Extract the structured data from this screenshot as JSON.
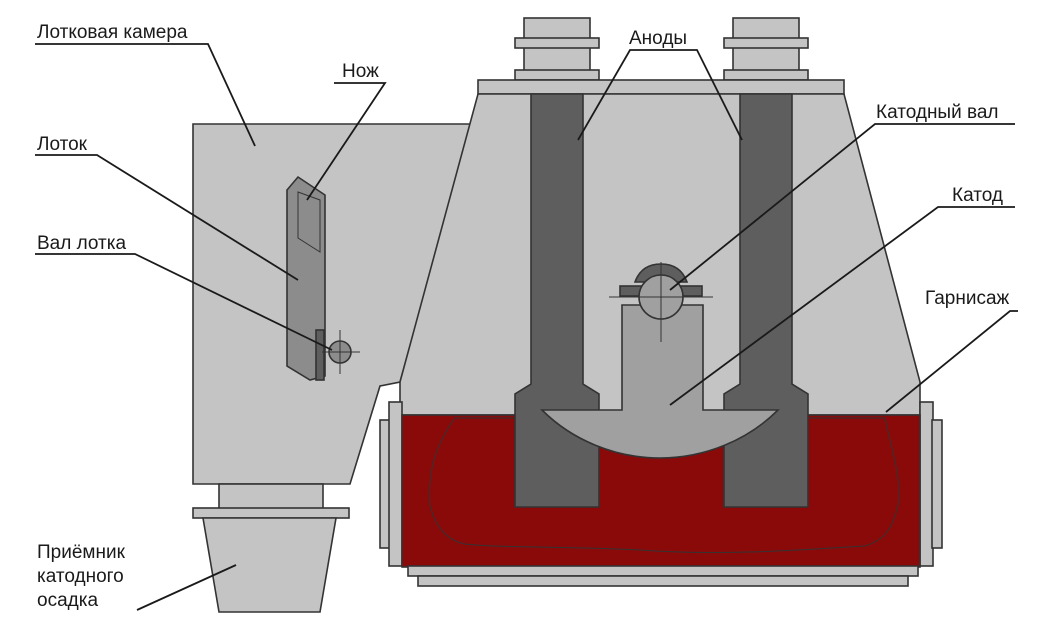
{
  "labels": {
    "tray_chamber": "Лотковая камера",
    "knife": "Нож",
    "tray": "Лоток",
    "tray_shaft": "Вал лотка",
    "receiver_line1": "Приёмник",
    "receiver_line2": "катодного",
    "receiver_line3": "осадка",
    "anodes": "Аноды",
    "cathode_shaft": "Катодный вал",
    "cathode": "Катод",
    "skull": "Гарнисаж"
  },
  "colors": {
    "body_gray": "#c4c4c4",
    "dark_gray": "#5e5e5e",
    "mid_gray": "#8c8c8c",
    "cathode_gray": "#a0a0a0",
    "melt_red": "#b40d12",
    "skull_red": "#8a0a0a",
    "outline": "#333333"
  }
}
